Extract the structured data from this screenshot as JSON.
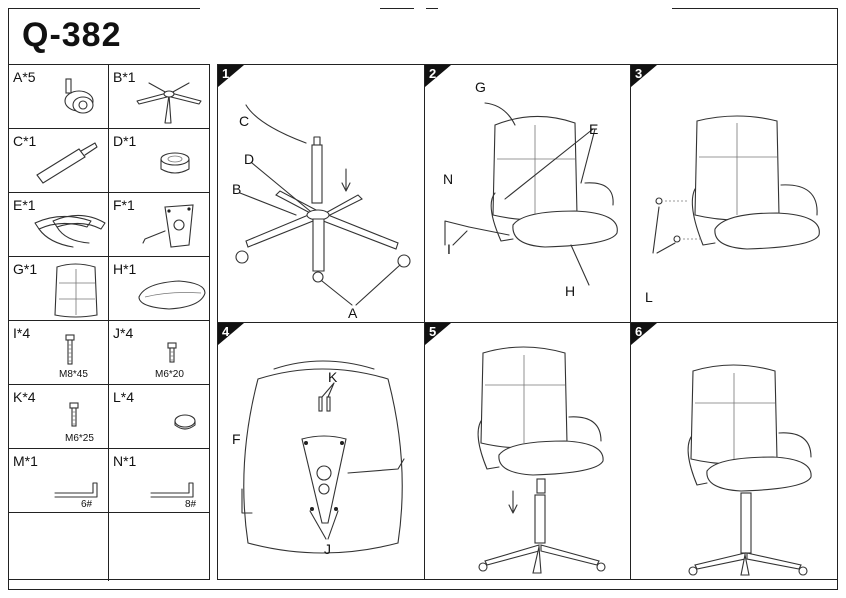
{
  "title": "Q-382",
  "parts": [
    {
      "label": "A*5",
      "sub": ""
    },
    {
      "label": "B*1",
      "sub": ""
    },
    {
      "label": "C*1",
      "sub": ""
    },
    {
      "label": "D*1",
      "sub": ""
    },
    {
      "label": "E*1",
      "sub": ""
    },
    {
      "label": "F*1",
      "sub": ""
    },
    {
      "label": "G*1",
      "sub": ""
    },
    {
      "label": "H*1",
      "sub": ""
    },
    {
      "label": "I*4",
      "sub": "M8*45"
    },
    {
      "label": "J*4",
      "sub": "M6*20"
    },
    {
      "label": "K*4",
      "sub": "M6*25"
    },
    {
      "label": "L*4",
      "sub": ""
    },
    {
      "label": "M*1",
      "sub": "6#"
    },
    {
      "label": "N*1",
      "sub": "8#"
    },
    {
      "label": "",
      "sub": ""
    },
    {
      "label": "",
      "sub": ""
    }
  ],
  "steps": [
    {
      "number": "1",
      "labels": [
        "C",
        "D",
        "B",
        "A"
      ]
    },
    {
      "number": "2",
      "labels": [
        "G",
        "E",
        "N",
        "I",
        "H"
      ]
    },
    {
      "number": "3",
      "labels": [
        "L"
      ]
    },
    {
      "number": "4",
      "labels": [
        "K",
        "F",
        "J"
      ]
    },
    {
      "number": "5",
      "labels": []
    },
    {
      "number": "6",
      "labels": []
    }
  ]
}
